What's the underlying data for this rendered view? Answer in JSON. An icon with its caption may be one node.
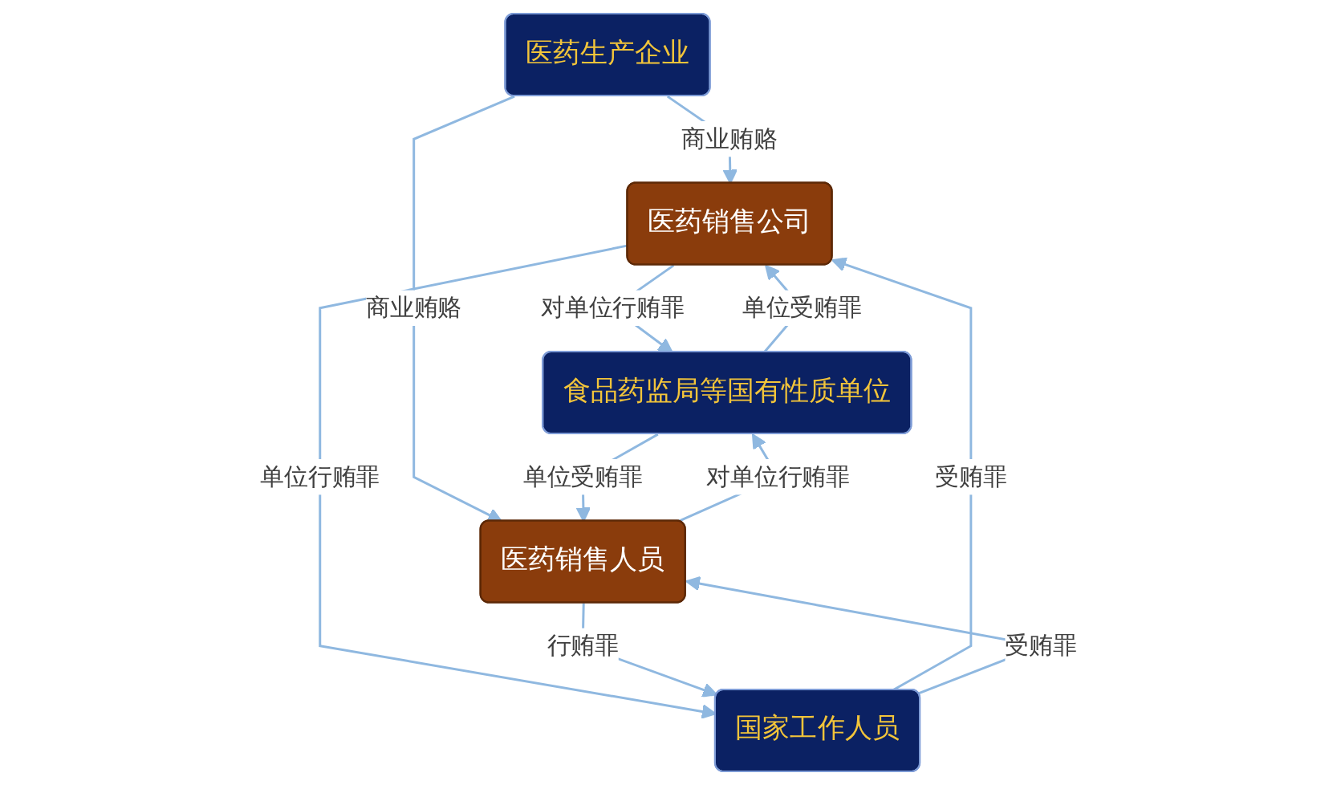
{
  "diagram": {
    "nodes": [
      {
        "text": [
          "医药生产企业"
        ]
      },
      {
        "text": [
          "医药销售公司"
        ]
      },
      {
        "text": [
          "食品药监局等国有性质单位"
        ]
      },
      {
        "text": [
          "国家工作人员"
        ]
      },
      {
        "text": [
          "医药销售人员"
        ]
      }
    ],
    "edges": [
      {
        "from": 0,
        "to": 1,
        "arrow": "to",
        "label": "商业贿赂"
      },
      {
        "from": 1,
        "to": 2,
        "arrow": "to",
        "label": "对单位行贿罪"
      },
      {
        "from": 2,
        "to": 1,
        "arrow": "to",
        "label": "单位受贿罪"
      },
      {
        "from": 1,
        "to": 3,
        "arrow": "to",
        "label": "单位行贿罪"
      },
      {
        "from": 3,
        "to": 1,
        "arrow": "to",
        "label": "受贿罪"
      },
      {
        "from": 0,
        "to": 4,
        "arrow": "to",
        "label": "商业贿赂"
      },
      {
        "from": 4,
        "to": 2,
        "arrow": "to",
        "label": "对单位行贿罪"
      },
      {
        "from": 2,
        "to": 4,
        "arrow": "to",
        "label": "单位受贿罪"
      },
      {
        "from": 4,
        "to": 3,
        "arrow": "to",
        "label": "行贿罪"
      },
      {
        "from": 3,
        "to": 4,
        "arrow": "to",
        "label": "受贿罪"
      }
    ]
  }
}
